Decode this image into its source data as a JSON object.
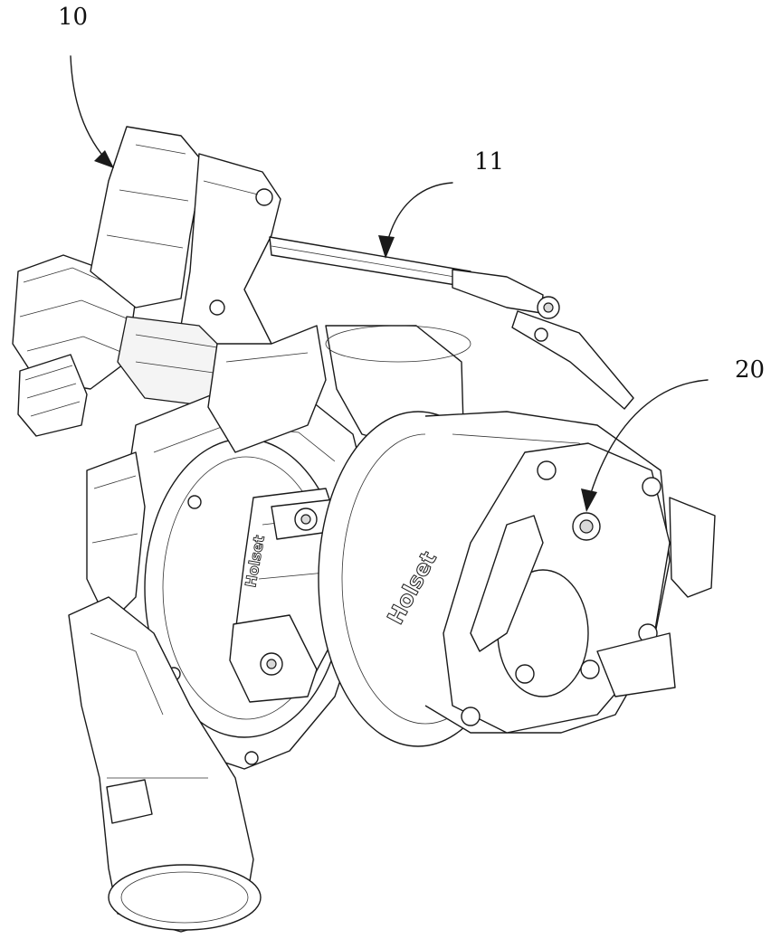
{
  "labels": {
    "actuator": "10",
    "rod": "11",
    "wastegate": "20"
  },
  "housing_text": "Holset"
}
